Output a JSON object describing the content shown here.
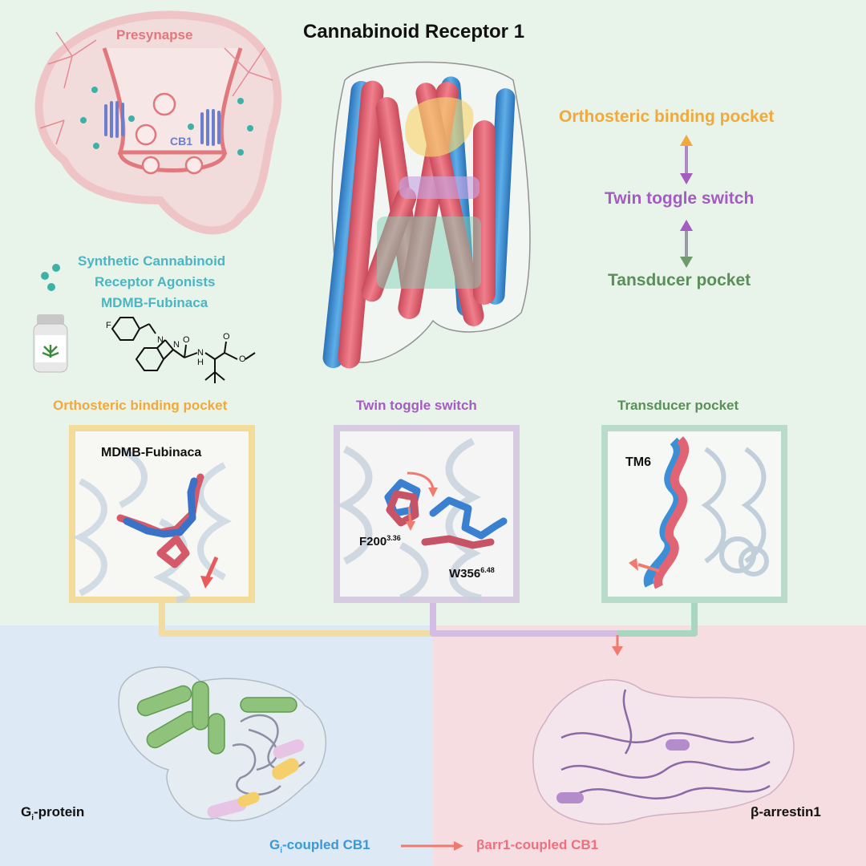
{
  "title": "Cannabinoid Receptor 1",
  "synapse": {
    "label": "Presynapse",
    "receptor_label": "CB1"
  },
  "agonists": {
    "line1": "Synthetic Cannabinoid",
    "line2": "Receptor Agonists",
    "line3": "MDMB-Fubinaca"
  },
  "molecule_atoms": [
    "F",
    "N",
    "N",
    "O",
    "N",
    "H",
    "O",
    "O"
  ],
  "pathway": {
    "top": "Orthosteric binding pocket",
    "middle": "Twin toggle switch",
    "bottom": "Tansducer pocket"
  },
  "panels": [
    {
      "title": "Orthosteric binding pocket",
      "label": "MDMB-Fubinaca"
    },
    {
      "title": "Twin toggle switch",
      "residue1": "F200",
      "residue1_sup": "3.36",
      "residue2": "W356",
      "residue2_sup": "6.48"
    },
    {
      "title": "Transducer pocket",
      "label": "TM6"
    }
  ],
  "bottom": {
    "left_label": "G",
    "left_sub": "i",
    "left_suffix": "-protein",
    "right_label": "β-arrestin1",
    "flow_left": "G",
    "flow_left_sub": "i",
    "flow_left_suffix": "-coupled CB1",
    "flow_right": "βarr1-coupled CB1"
  },
  "colors": {
    "background_top": "#e8f3ea",
    "background_bottom_left": "#dde9f5",
    "background_bottom_right": "#f6dde2",
    "orange": "#f2a93b",
    "purple": "#a35cc0",
    "green": "#5a8f5a",
    "teal": "#4bb5c1",
    "blue": "#2f8fd8",
    "red": "#e0566f",
    "helix_red": "#e06474",
    "helix_blue": "#3b8fd6"
  }
}
